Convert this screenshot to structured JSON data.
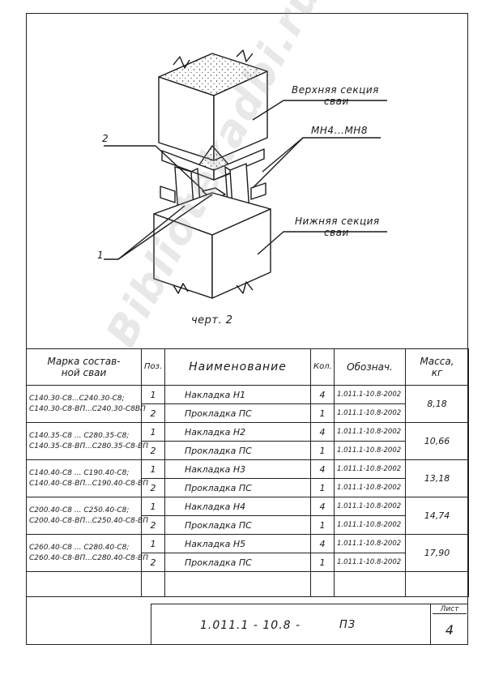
{
  "drawing": {
    "caption": "черт. 2",
    "labels": {
      "upper_section": [
        "Верхняя секция",
        "сваи"
      ],
      "lower_section": [
        "Нижняя секция",
        "сваи"
      ],
      "plates": "МН4...МН8",
      "pos2": "2",
      "pos1": "1"
    }
  },
  "table": {
    "headers": {
      "mark": [
        "Марка состав-",
        "ной сваи"
      ],
      "pos": "Поз.",
      "name": "Наименование",
      "qty": "Кол.",
      "designation": "Обознач.",
      "mass": [
        "Масса,",
        "кг"
      ]
    },
    "groups": [
      {
        "mark": [
          "С140.30-С8...С240.30-С8;",
          "С140.30-С8-ВП...С240.30-С8ВП"
        ],
        "mass": "8,18",
        "rows": [
          {
            "pos": "1",
            "name": "Накладка Н1",
            "qty": "4",
            "designation": "1.011.1-10.8-2002"
          },
          {
            "pos": "2",
            "name": "Прокладка ПС",
            "qty": "1",
            "designation": "1.011.1-10.8-2002"
          }
        ]
      },
      {
        "mark": [
          "С140.35-С8 ... С280.35-С8;",
          "С140.35-С8-ВП...С280.35-С8-ВП"
        ],
        "mass": "10,66",
        "rows": [
          {
            "pos": "1",
            "name": "Накладка Н2",
            "qty": "4",
            "designation": "1.011.1-10.8-2002"
          },
          {
            "pos": "2",
            "name": "Прокладка ПС",
            "qty": "1",
            "designation": "1.011.1-10.8-2002"
          }
        ]
      },
      {
        "mark": [
          "С140.40-С8 ... С190.40-С8;",
          "С140.40-С8-ВП...С190.40-С8-ВП"
        ],
        "mass": "13,18",
        "rows": [
          {
            "pos": "1",
            "name": "Накладка Н3",
            "qty": "4",
            "designation": "1.011.1-10.8-2002"
          },
          {
            "pos": "2",
            "name": "Прокладка ПС",
            "qty": "1",
            "designation": "1.011.1-10.8-2002"
          }
        ]
      },
      {
        "mark": [
          "С200.40-С8 ... С250.40-С8;",
          "С200.40-С8-ВП...С250.40-С8-ВП"
        ],
        "mass": "14,74",
        "rows": [
          {
            "pos": "1",
            "name": "Накладка Н4",
            "qty": "4",
            "designation": "1.011.1-10.8-2002"
          },
          {
            "pos": "2",
            "name": "Прокладка ПС",
            "qty": "1",
            "designation": "1.011.1-10.8-2002"
          }
        ]
      },
      {
        "mark": [
          "С260.40-С8 ... С280.40-С8;",
          "С260.40-С8-ВП...С280.40-С8-ВП"
        ],
        "mass": "17,90",
        "rows": [
          {
            "pos": "1",
            "name": "Накладка Н5",
            "qty": "4",
            "designation": "1.011.1-10.8-2002"
          },
          {
            "pos": "2",
            "name": "Прокладка ПС",
            "qty": "1",
            "designation": "1.011.1-10.8-2002"
          }
        ]
      }
    ]
  },
  "title_block": {
    "code": "1.011.1 - 10.8 -",
    "doc": "ПЗ",
    "sheet_label": "Лист",
    "sheet_number": "4"
  },
  "watermark": "Bibliotekadbi.ru"
}
